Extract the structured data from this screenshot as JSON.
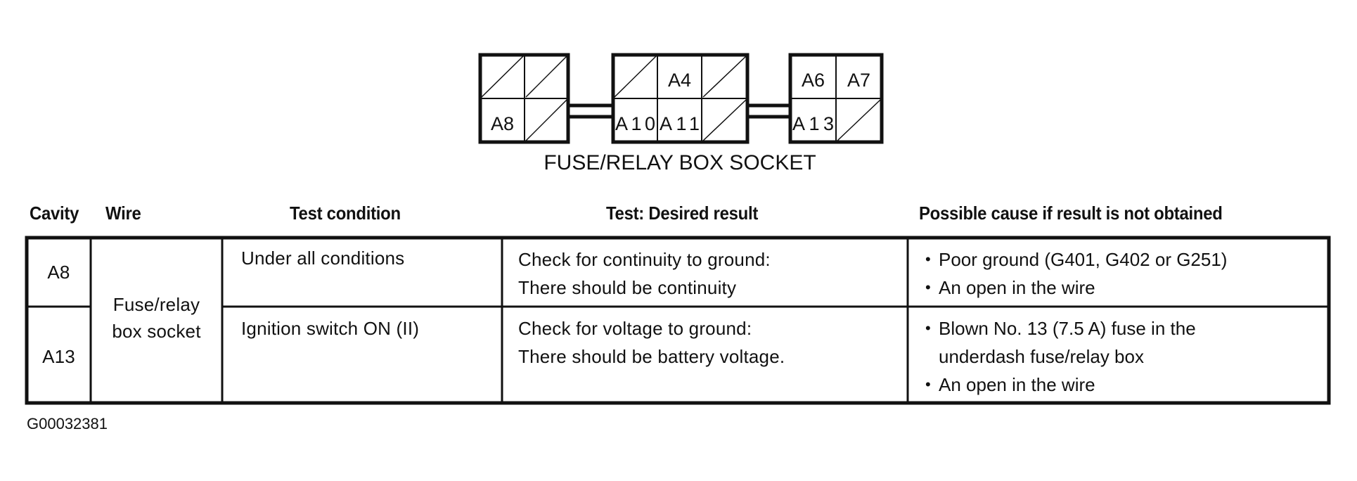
{
  "diagram": {
    "caption": "FUSE/RELAY BOX SOCKET",
    "connectors": [
      {
        "name": "left-block",
        "cells": [
          {
            "label": "",
            "unused": true
          },
          {
            "label": "",
            "unused": true
          },
          {
            "label": "A8",
            "unused": false
          },
          {
            "label": "",
            "unused": true
          }
        ]
      },
      {
        "name": "middle-block",
        "cells": [
          {
            "label": "",
            "unused": true
          },
          {
            "label": "A4",
            "unused": false
          },
          {
            "label": "",
            "unused": true
          },
          {
            "label": "A10",
            "unused": false
          },
          {
            "label": "A11",
            "unused": false
          },
          {
            "label": "",
            "unused": true
          }
        ]
      },
      {
        "name": "right-block",
        "cells": [
          {
            "label": "A6",
            "unused": false
          },
          {
            "label": "A7",
            "unused": false
          },
          {
            "label": "A13",
            "unused": false
          },
          {
            "label": "",
            "unused": true
          }
        ]
      }
    ]
  },
  "table": {
    "headers": {
      "cavity": "Cavity",
      "wire": "Wire",
      "test_condition": "Test condition",
      "desired_result": "Test: Desired result",
      "possible_cause": "Possible cause if result is not obtained"
    },
    "wire_shared": [
      "Fuse/relay",
      "box socket"
    ],
    "rows": [
      {
        "cavity": "A8",
        "test_condition": "Under all conditions",
        "desired_result": [
          "Check for continuity to ground:",
          "There should be continuity"
        ],
        "possible_causes": [
          {
            "bullet": true,
            "text": "Poor ground (G401, G402 or G251)"
          },
          {
            "bullet": true,
            "text": "An open in the wire"
          }
        ]
      },
      {
        "cavity": "A13",
        "test_condition": "Ignition switch ON (II)",
        "desired_result": [
          "Check for voltage to ground:",
          "There should be battery voltage."
        ],
        "possible_causes": [
          {
            "bullet": true,
            "text": "Blown No. 13 (7.5 A) fuse in the"
          },
          {
            "bullet": false,
            "text": "underdash fuse/relay box"
          },
          {
            "bullet": true,
            "text": "An open in the wire"
          }
        ]
      }
    ]
  },
  "figure_id": "G00032381",
  "colors": {
    "ink": "#111111",
    "background": "#ffffff"
  }
}
